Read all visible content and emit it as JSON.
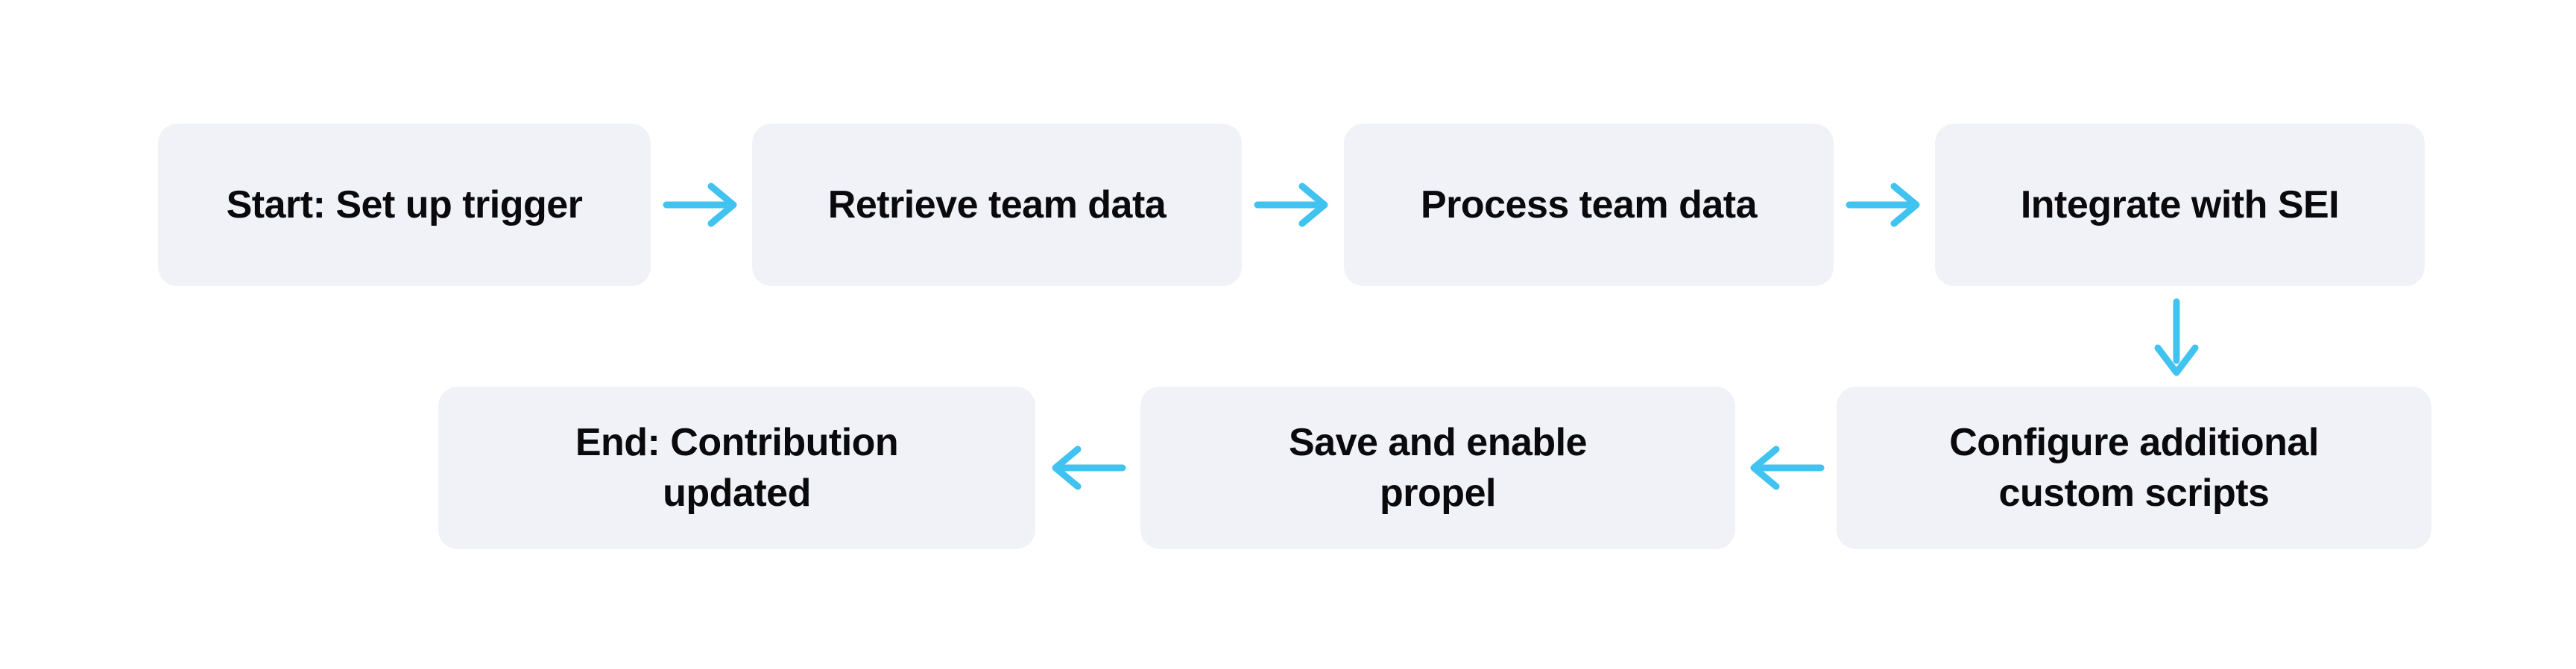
{
  "colors": {
    "background": "#ffffff",
    "node_fill": "#f1f2f7",
    "node_text": "#0a0a0c",
    "arrow": "#41c3f1"
  },
  "flowchart": {
    "nodes": [
      {
        "id": "start",
        "label": "Start: Set up trigger"
      },
      {
        "id": "retrieve",
        "label": "Retrieve team data"
      },
      {
        "id": "process",
        "label": "Process team data"
      },
      {
        "id": "integrate",
        "label": "Integrate with SEI"
      },
      {
        "id": "configure",
        "label": "Configure additional\ncustom scripts"
      },
      {
        "id": "save",
        "label": "Save and enable\npropel"
      },
      {
        "id": "end",
        "label": "End: Contribution\nupdated"
      }
    ],
    "edges": [
      {
        "from": "start",
        "to": "retrieve",
        "direction": "right"
      },
      {
        "from": "retrieve",
        "to": "process",
        "direction": "right"
      },
      {
        "from": "process",
        "to": "integrate",
        "direction": "right"
      },
      {
        "from": "integrate",
        "to": "configure",
        "direction": "down"
      },
      {
        "from": "configure",
        "to": "save",
        "direction": "left"
      },
      {
        "from": "save",
        "to": "end",
        "direction": "left"
      }
    ]
  }
}
